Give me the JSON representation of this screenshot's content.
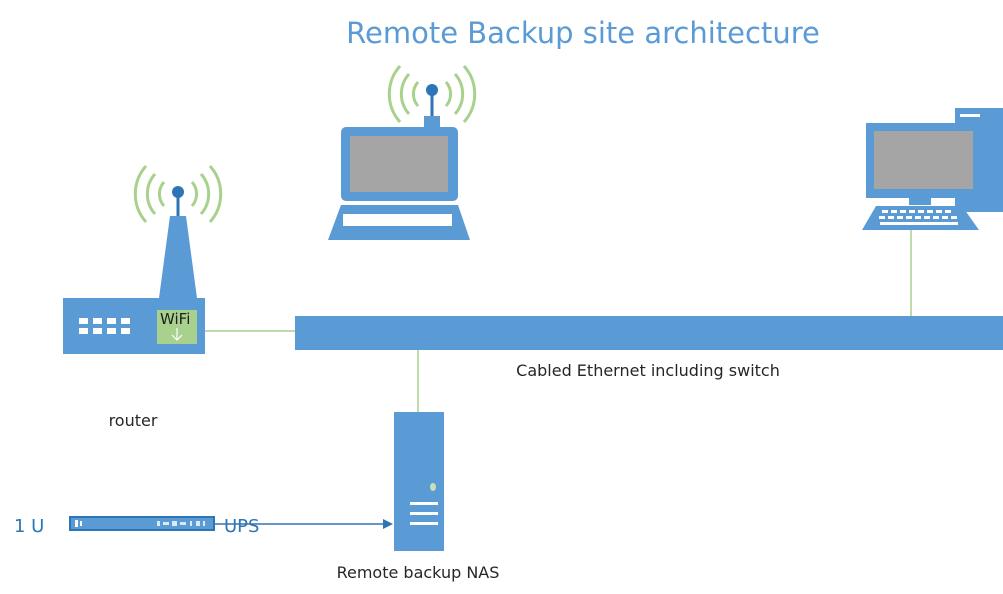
{
  "title": "Remote Backup site architecture",
  "labels": {
    "router": "router",
    "wifi": "WiFi",
    "ethernet": "Cabled Ethernet including switch",
    "nas": "Remote backup NAS",
    "rack_unit": "1 U",
    "ups": "UPS"
  },
  "colors": {
    "device_blue": "#5b9bd5",
    "device_dark": "#41719c",
    "screen_gray": "#a5a5a5",
    "wireless_green": "#a9d18e",
    "wire_green": "#a9d18e",
    "title_blue": "#5b9bd5"
  },
  "icons": [
    "wifi-signal-icon",
    "laptop-icon",
    "desktop-computer-icon",
    "router-icon",
    "server-icon",
    "ups-rack-icon"
  ]
}
